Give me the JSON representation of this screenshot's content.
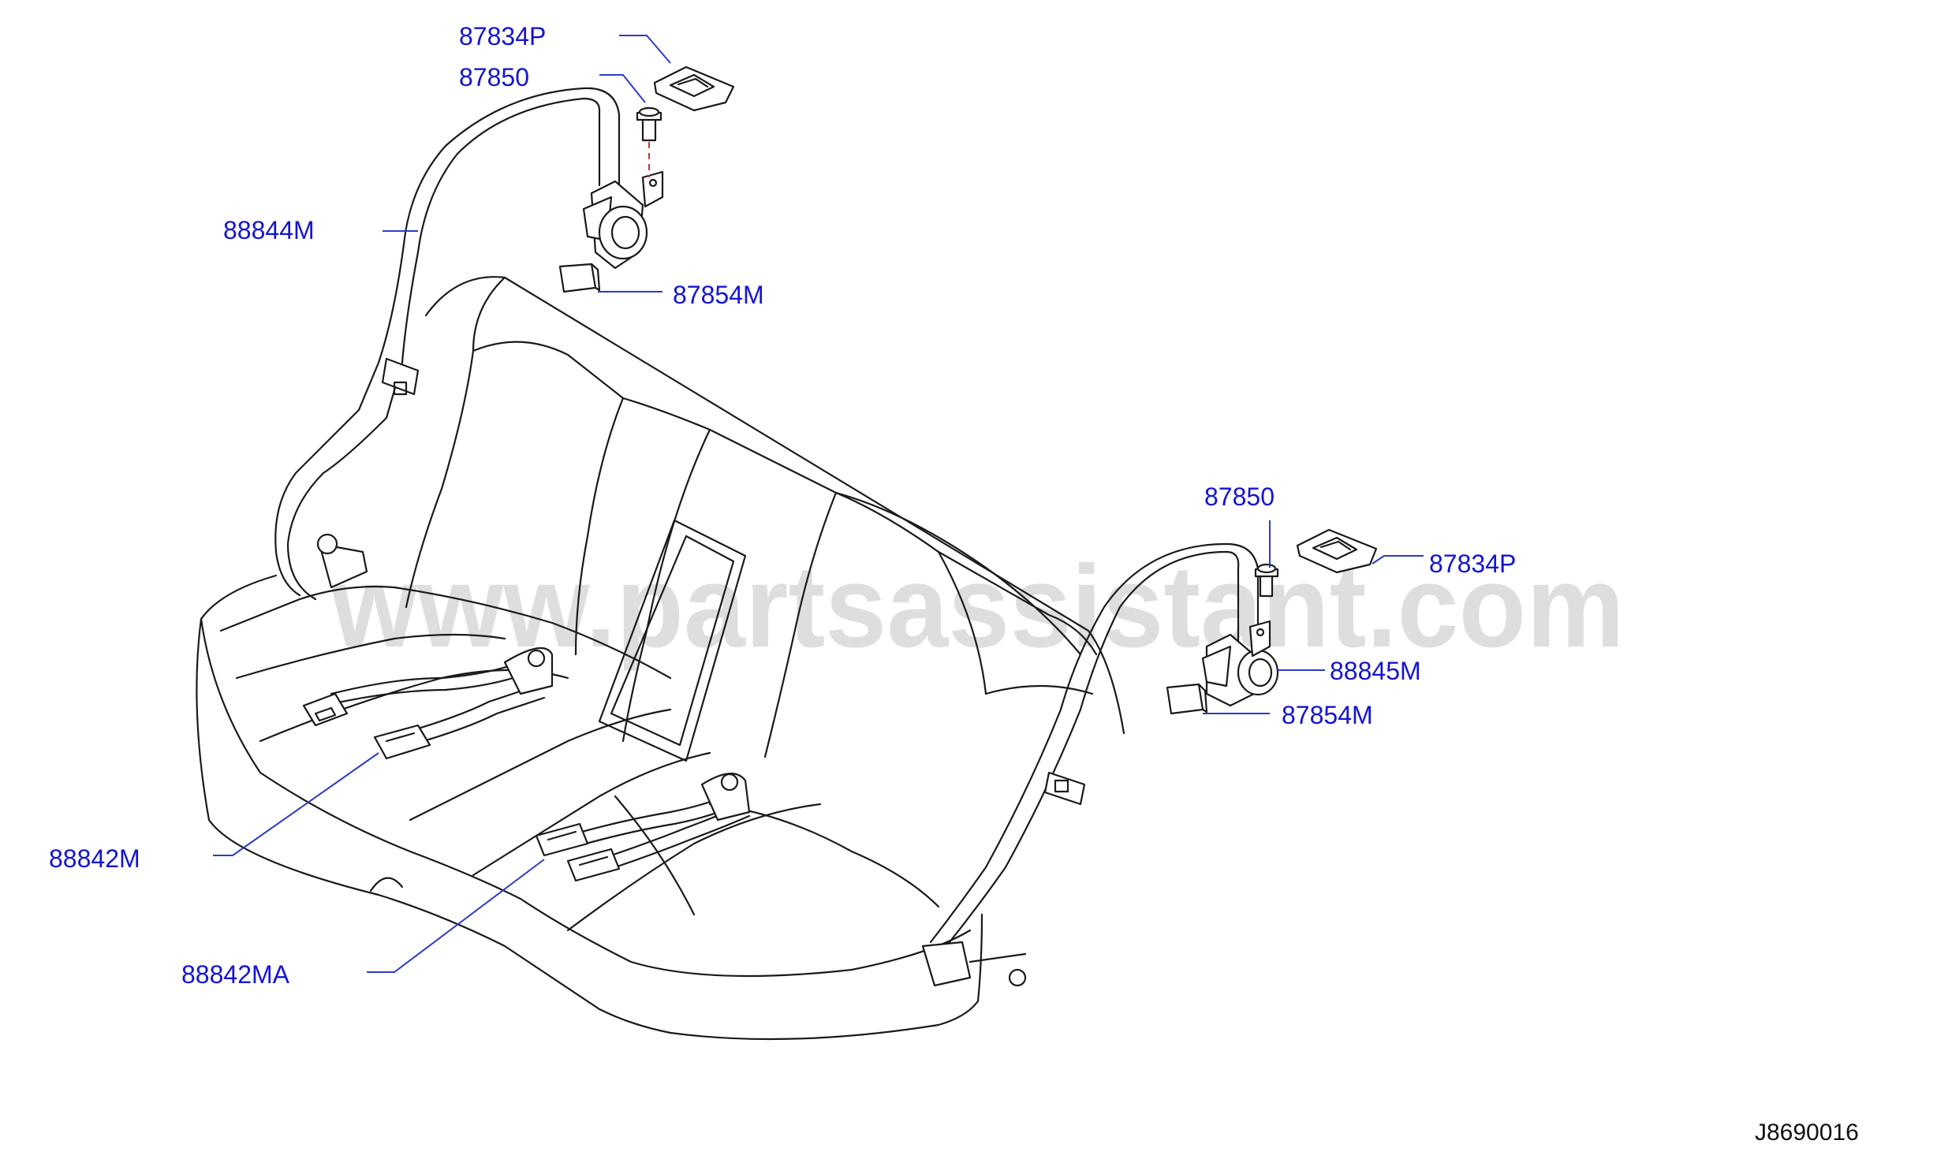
{
  "watermark": "www.partsassistant.com",
  "diagram_code": "J8690016",
  "colors": {
    "callout_text": "#1414d2",
    "leader_line": "#2b3cc7",
    "line_art": "#1a1a1a",
    "dashed_guide": "#d63030",
    "watermark": "#d9d9d9"
  },
  "callouts": {
    "left_cover": "87834P",
    "left_bolt": "87850",
    "left_belt": "88844M",
    "left_cap": "87854M",
    "right_bolt": "87850",
    "right_cover": "87834P",
    "right_retractor": "88845M",
    "right_cap": "87854M",
    "buckle_left": "88842M",
    "buckle_center": "88842MA"
  }
}
